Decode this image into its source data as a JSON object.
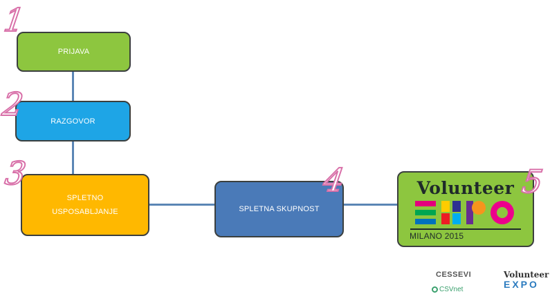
{
  "colors": {
    "green": "#8dc63f",
    "blue_light": "#1ea5e6",
    "orange": "#ffb800",
    "blue_mid": "#4a7ab8",
    "connector": "#5b86b5",
    "number_outline": "#d86fa8"
  },
  "steps": [
    {
      "number": "1",
      "label": "PRIJAVA"
    },
    {
      "number": "2",
      "label": "RAZGOVOR"
    },
    {
      "number": "3",
      "label_line1": "SPLETNO",
      "label_line2": "USPOSABLJANJE"
    },
    {
      "number": "4",
      "label": "SPLETNA SKUPNOST"
    },
    {
      "number": "5",
      "logo": {
        "title": "Volunteer",
        "word": "EXPO",
        "subtitle": "MILANO 2015"
      }
    }
  ],
  "footer": {
    "cesvi": "CESSEVI",
    "csvnet": "CSVnet",
    "volunteer_small": "Volunteer",
    "expo_small": "EXPO"
  }
}
